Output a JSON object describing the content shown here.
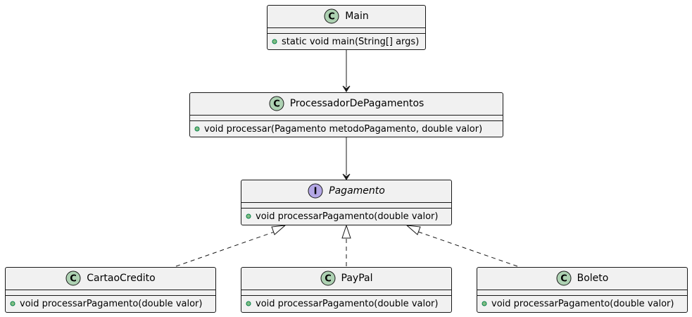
{
  "colors": {
    "box_fill": "#f1f1f1",
    "border": "#181818",
    "class_icon_fill": "#add1b2",
    "interface_icon_fill": "#b4a7e5",
    "public_method_fill": "#84be84",
    "public_method_stroke": "#038048"
  },
  "classes": {
    "main": {
      "name": "Main",
      "icon": "class-c-icon",
      "icon_letter": "C",
      "method": "static void main(String[] args)"
    },
    "processador": {
      "name": "ProcessadorDePagamentos",
      "icon": "class-c-icon",
      "icon_letter": "C",
      "method": "void processar(Pagamento metodoPagamento, double valor)"
    },
    "pagamento": {
      "name": "Pagamento",
      "icon": "interface-i-icon",
      "icon_letter": "I",
      "method": "void processarPagamento(double valor)"
    },
    "cartao": {
      "name": "CartaoCredito",
      "icon": "class-c-icon",
      "icon_letter": "C",
      "method": "void processarPagamento(double valor)"
    },
    "paypal": {
      "name": "PayPal",
      "icon": "class-c-icon",
      "icon_letter": "C",
      "method": "void processarPagamento(double valor)"
    },
    "boleto": {
      "name": "Boleto",
      "icon": "class-c-icon",
      "icon_letter": "C",
      "method": "void processarPagamento(double valor)"
    }
  },
  "relations": [
    {
      "from": "Main",
      "to": "ProcessadorDePagamentos",
      "kind": "dependency"
    },
    {
      "from": "ProcessadorDePagamentos",
      "to": "Pagamento",
      "kind": "dependency"
    },
    {
      "from": "CartaoCredito",
      "to": "Pagamento",
      "kind": "realization"
    },
    {
      "from": "PayPal",
      "to": "Pagamento",
      "kind": "realization"
    },
    {
      "from": "Boleto",
      "to": "Pagamento",
      "kind": "realization"
    }
  ]
}
